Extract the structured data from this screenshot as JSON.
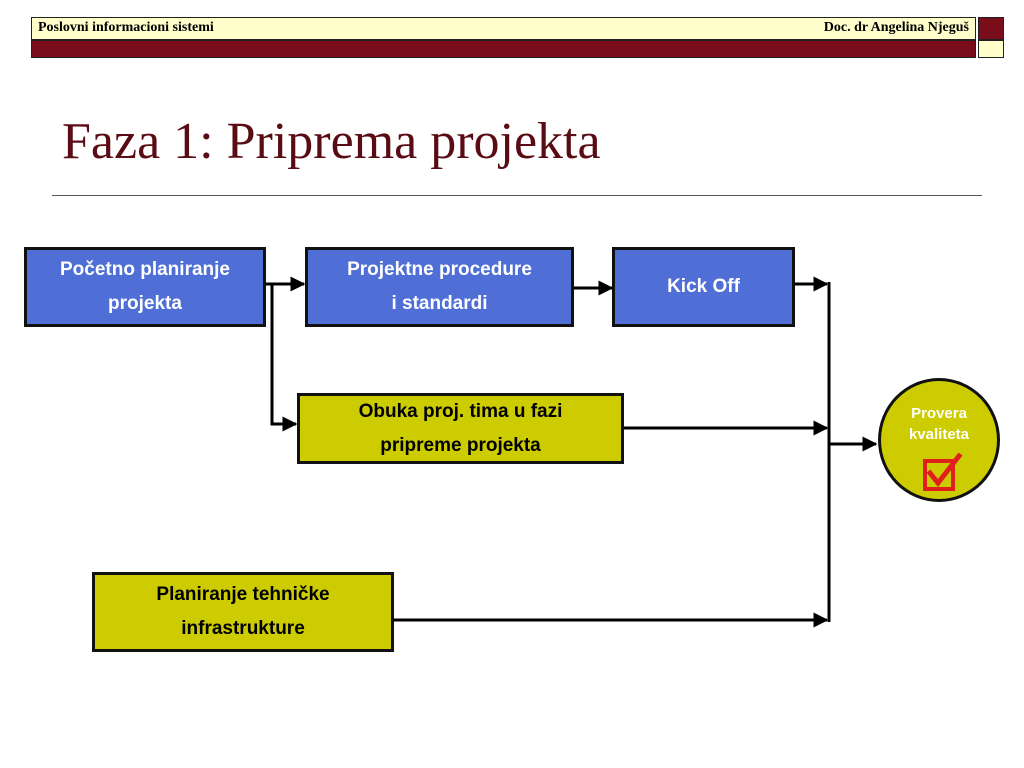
{
  "header": {
    "left": "Poslovni informacioni sistemi",
    "right": "Doc. dr Angelina Njeguš"
  },
  "slide": {
    "title": "Faza 1: Priprema projekta"
  },
  "diagram": {
    "nodes": [
      {
        "id": "initial-planning",
        "lines": [
          "Početno planiranje",
          "projekta"
        ],
        "color": "#4f6fd6"
      },
      {
        "id": "procedures",
        "lines": [
          "Projektne procedure",
          "i standardi"
        ],
        "color": "#4f6fd6"
      },
      {
        "id": "kickoff",
        "lines": [
          "Kick Off"
        ],
        "color": "#4f6fd6"
      },
      {
        "id": "team-training",
        "lines": [
          "Obuka proj. tima u fazi",
          "pripreme projekta"
        ],
        "color": "#cccc00"
      },
      {
        "id": "tech-infra",
        "lines": [
          "Planiranje tehničke",
          "infrastrukture"
        ],
        "color": "#cccc00"
      }
    ],
    "quality": {
      "lines": [
        "Provera",
        "kvaliteta"
      ],
      "icon": "checkbox-checked-icon",
      "color": "#cccc00"
    },
    "edges": [
      {
        "from": "initial-planning",
        "to": "procedures"
      },
      {
        "from": "procedures",
        "to": "kickoff"
      },
      {
        "from": "initial-planning",
        "to": "team-training"
      },
      {
        "from": "kickoff",
        "to": "quality"
      },
      {
        "from": "team-training",
        "to": "quality"
      },
      {
        "from": "tech-infra",
        "to": "quality"
      }
    ]
  },
  "colors": {
    "title": "#5a0c14",
    "header_maroon": "#7a0d1b",
    "header_yellow": "#ffffcc",
    "check_red": "#e0201a"
  }
}
